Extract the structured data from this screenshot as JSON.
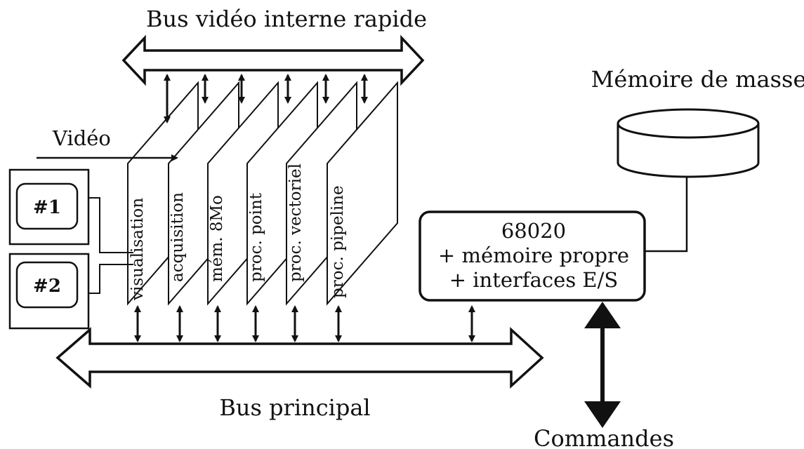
{
  "labels": {
    "internal_bus": "Bus vidéo interne rapide",
    "main_bus": "Bus principal",
    "video_in": "Vidéo",
    "mass_storage": "Mémoire de masse",
    "commands": "Commandes"
  },
  "monitors": [
    "#1",
    "#2"
  ],
  "cpu": {
    "line1": "68020",
    "line2": "+ mémoire propre",
    "line3": "+ interfaces E/S"
  },
  "cards": [
    "visualisation",
    "acquisition",
    "mém. 8Mo",
    "proc. point",
    "proc. vectoriel",
    "proc. pipeline"
  ]
}
